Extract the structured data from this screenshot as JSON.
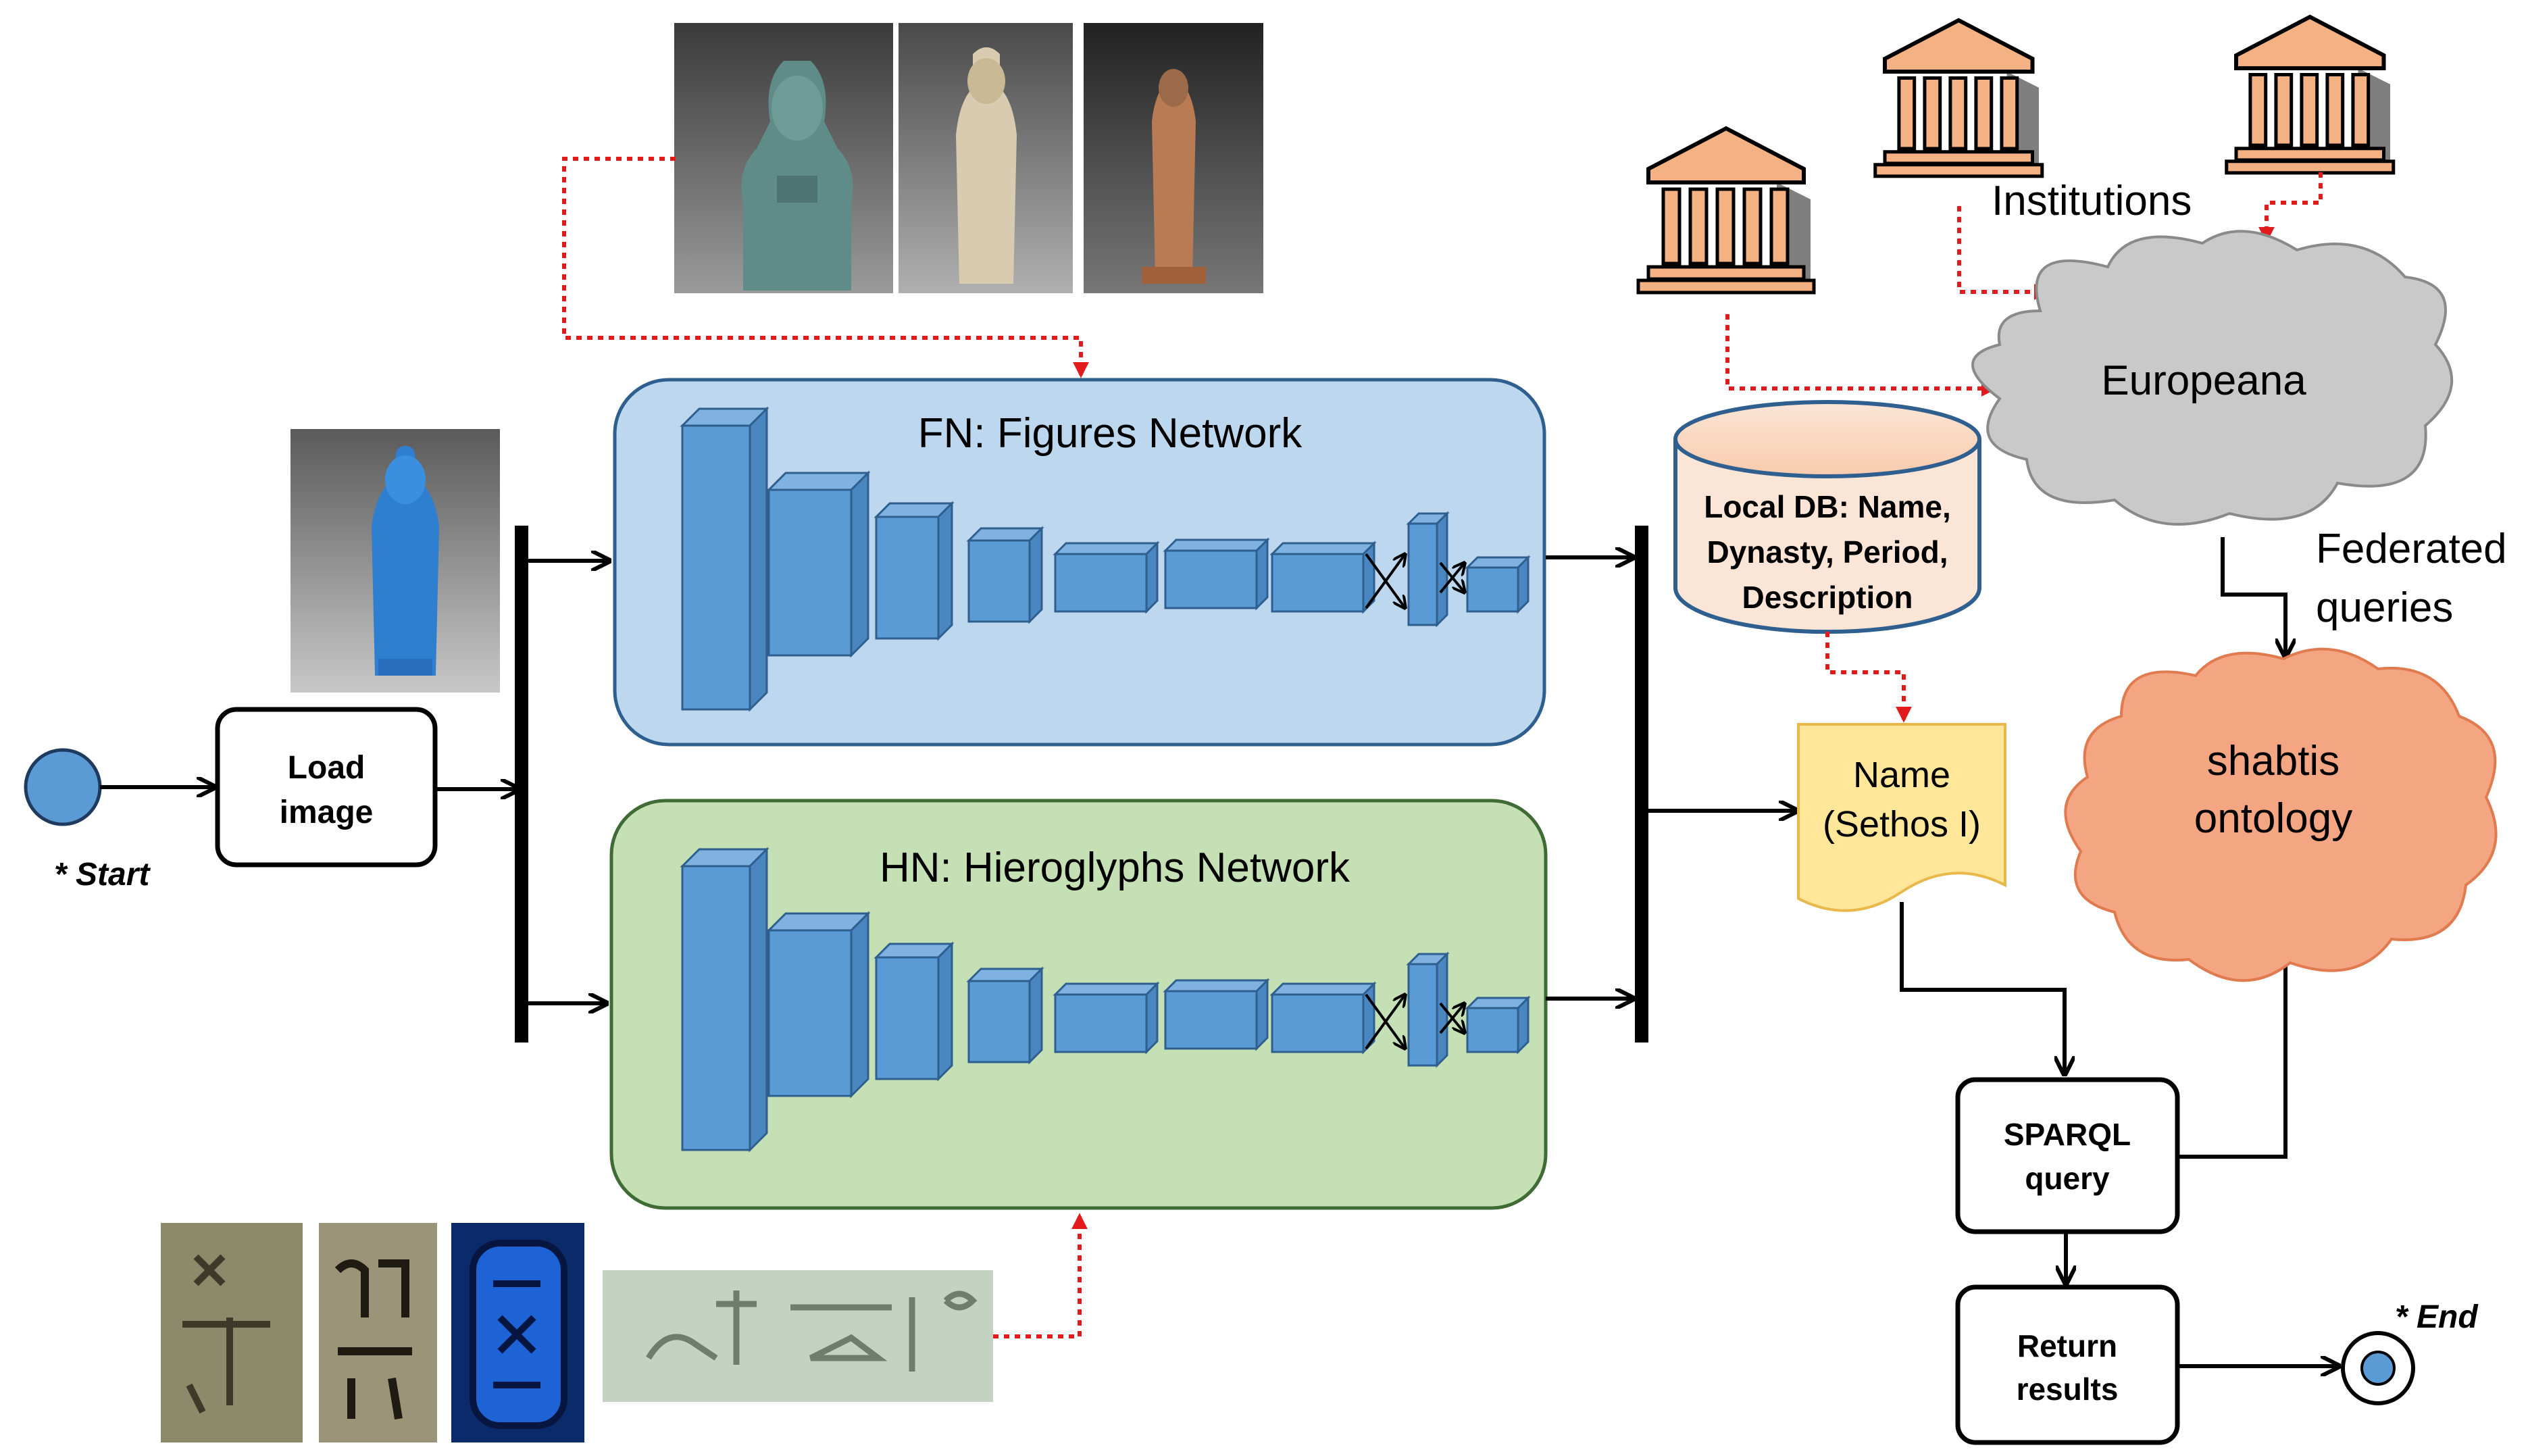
{
  "start": {
    "label": "* Start"
  },
  "end": {
    "label": "* End"
  },
  "load_image": {
    "line1": "Load",
    "line2": "image"
  },
  "fn_network": {
    "title": "FN: Figures Network"
  },
  "hn_network": {
    "title": "HN: Hieroglyphs Network"
  },
  "local_db": {
    "line1": "Local DB: Name,",
    "line2": "Dynasty, Period,",
    "line3": "Description"
  },
  "name_doc": {
    "line1": "Name",
    "line2": "(Sethos I)"
  },
  "institutions": {
    "label": "Institutions"
  },
  "europeana": {
    "label": "Europeana"
  },
  "federated": {
    "line1": "Federated",
    "line2": "queries"
  },
  "shabtis": {
    "line1": "shabtis",
    "line2": "ontology"
  },
  "sparql": {
    "line1": "SPARQL",
    "line2": "query"
  },
  "return_results": {
    "line1": "Return",
    "line2": "results"
  },
  "colors": {
    "fn_fill": "#bdd7ee",
    "hn_fill": "#c5e0b4",
    "layer_blue": "#5b9bd5",
    "cloud_grey": "#c9c9c9",
    "cloud_orange": "#f4a582",
    "db_fill": "#fbe5d6",
    "doc_fill": "#ffe699",
    "dotted_red": "#e31a1c"
  },
  "icons": [
    "shabti-photo",
    "hieroglyph-photo",
    "institution-building-icon",
    "cloud-shape",
    "database-cylinder",
    "document-shape"
  ]
}
